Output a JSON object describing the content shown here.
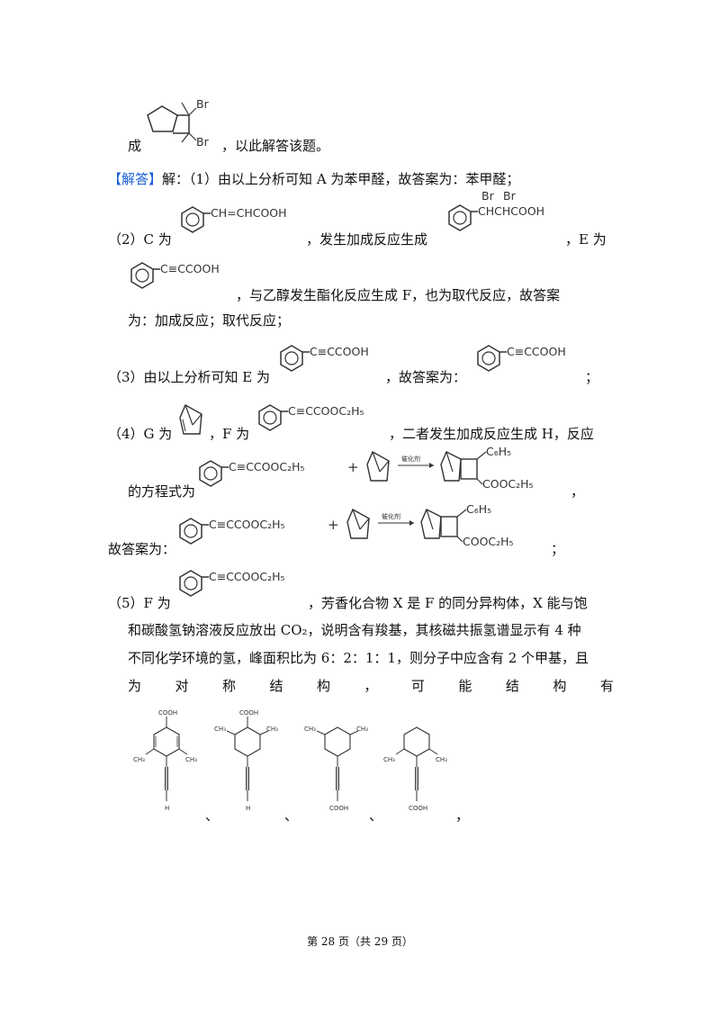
{
  "lines": {
    "l1a": "成",
    "l1b": "，以此解答该题。",
    "l2_tag": "【解答】",
    "l2": "解：（1）由以上分析可知 A 为苯甲醛，故答案为：苯甲醛；",
    "l3a": "（2）C 为",
    "l3b": "，发生加成反应生成",
    "l3c": "，E 为",
    "l4": "，与乙醇发生酯化反应生成 F，也为取代反应，故答案",
    "l5": "为：加成反应；取代反应；",
    "l6a": "（3）由以上分析可知 E 为",
    "l6b": "，故答案为：",
    "l6c": "；",
    "l7a": "（4）G 为",
    "l7b": "，F 为",
    "l7c": "，二者发生加成反应生成 H，反应",
    "l8": "的方程式为",
    "l8b": "，",
    "l9": "故答案为：",
    "l9b": "；",
    "l10a": "（5）F 为",
    "l10b": "，芳香化合物 X 是 F 的同分异构体，X 能与饱",
    "l11": "和碳酸氢钠溶液反应放出 CO₂，说明含有羧基，其核磁共振氢谱显示有 4 种",
    "l12": "不同化学环境的氢，峰面积比为 6：2：1：1，则分子中应含有 2 个甲基，且",
    "l13": [
      "为",
      "对",
      "称",
      "结",
      "构",
      "，",
      "可",
      "能",
      "结",
      "构",
      "有"
    ],
    "sep1": "、",
    "sep2": "、",
    "sep3": "、",
    "sep4": "，"
  },
  "formulas": {
    "br": "Br",
    "cinnamic": "CH=CHCOOH",
    "dibromo": "CHCHCOOH",
    "propiolic": "C≡CCOOH",
    "ester": "C≡CCOOC₂H₅",
    "plus": "+",
    "catalyst": "催化剂",
    "c6h5": "C₆H₅",
    "cooet": "COOC₂H₅",
    "cooh": "COOH",
    "ch3": "CH₃",
    "h": "H"
  },
  "footer": "第 28 页（共 29 页）"
}
